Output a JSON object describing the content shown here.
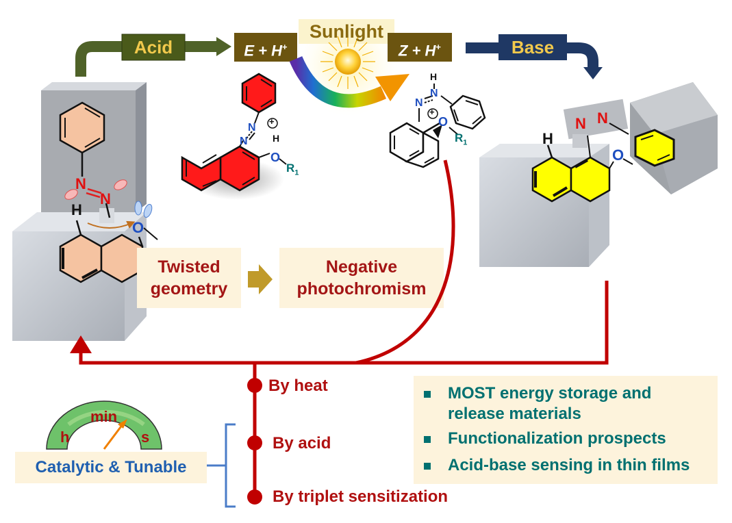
{
  "labels": {
    "acid": "Acid",
    "base": "Base",
    "e_state": "E + H",
    "z_state": "Z + H",
    "plus_sup": "+",
    "sunlight": "Sunlight",
    "twisted": "Twisted geometry",
    "negative": "Negative photochromism",
    "catalytic": "Catalytic & Tunable"
  },
  "relaxation": {
    "heat": "By heat",
    "acid": "By acid",
    "triplet": "By triplet sensitization"
  },
  "gauge": {
    "h": "h",
    "min": "min",
    "s": "s"
  },
  "applications": [
    "MOST energy storage and release materials",
    "Functionalization prospects",
    "Acid-base sensing in thin films"
  ],
  "atoms": {
    "N": "N",
    "H": "H",
    "O": "O",
    "R1": "R",
    "sub1": "1",
    "plus": "+"
  },
  "colors": {
    "acid_box": "#4a5a1a",
    "base_box": "#1f3864",
    "state_box": "#6b5410",
    "relax_red": "#c00000",
    "teal_text": "#007070",
    "blue_text": "#1f5fb0",
    "label_bg": "#fdf3dc"
  }
}
